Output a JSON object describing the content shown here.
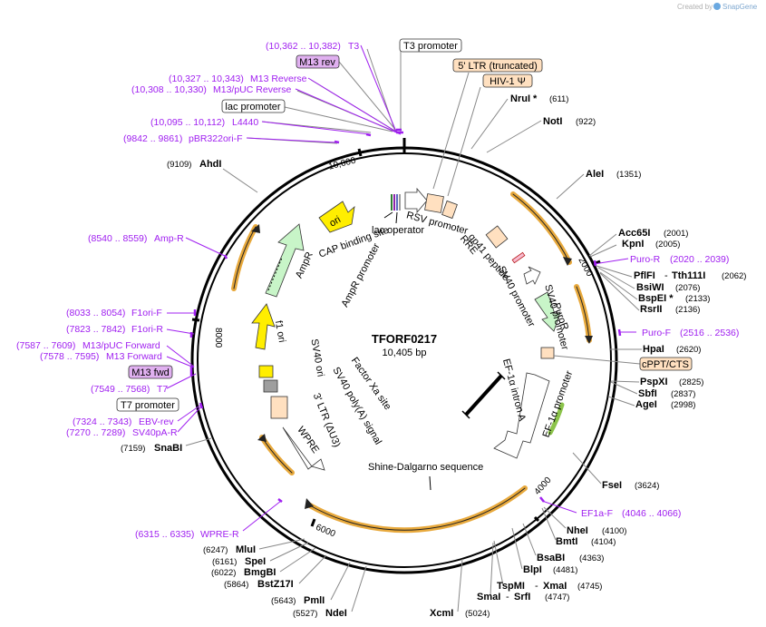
{
  "plasmid": {
    "name": "TFORF0217",
    "size_label": "10,405 bp",
    "length": 10405
  },
  "credit": {
    "created_by": "Created by",
    "brand": "SnapGene"
  },
  "ring_ticks": [
    {
      "bp": 2000,
      "label": "2000"
    },
    {
      "bp": 4000,
      "label": "4000"
    },
    {
      "bp": 6000,
      "label": "6000"
    },
    {
      "bp": 8000,
      "label": "8000"
    },
    {
      "bp": 10000,
      "label": "10,000"
    }
  ],
  "enzymes": [
    {
      "name": "NruI *",
      "pos": "(611)"
    },
    {
      "name": "NotI",
      "pos": "(922)"
    },
    {
      "name": "AleI",
      "pos": "(1351)"
    },
    {
      "name": "Acc65I",
      "pos": "(2001)"
    },
    {
      "name": "KpnI",
      "pos": "(2005)"
    },
    {
      "name": "PflFI",
      "name2": "Tth111I",
      "pos": "(2062)"
    },
    {
      "name": "BsiWI",
      "pos": "(2076)"
    },
    {
      "name": "BspEI *",
      "pos": "(2133)"
    },
    {
      "name": "RsrII",
      "pos": "(2136)"
    },
    {
      "name": "HpaI",
      "pos": "(2620)"
    },
    {
      "name": "PspXI",
      "pos": "(2825)"
    },
    {
      "name": "SbfI",
      "pos": "(2837)"
    },
    {
      "name": "AgeI",
      "pos": "(2998)"
    },
    {
      "name": "FseI",
      "pos": "(3624)"
    },
    {
      "name": "NheI",
      "pos": "(4100)"
    },
    {
      "name": "BmtI",
      "pos": "(4104)"
    },
    {
      "name": "BsaBI",
      "pos": "(4363)"
    },
    {
      "name": "BlpI",
      "pos": "(4481)"
    },
    {
      "name": "TspMI",
      "name2": "XmaI",
      "pos": "(4745)"
    },
    {
      "name": "SmaI",
      "name2": "SrfI",
      "pos": "(4747)"
    },
    {
      "name": "XcmI",
      "pos": "(5024)"
    },
    {
      "name": "NdeI",
      "pos": "(5527)"
    },
    {
      "name": "PmlI",
      "pos": "(5643)"
    },
    {
      "name": "BstZ17I",
      "pos": "(5864)"
    },
    {
      "name": "BmgBI",
      "pos": "(6022)"
    },
    {
      "name": "SpeI",
      "pos": "(6161)"
    },
    {
      "name": "MluI",
      "pos": "(6247)"
    },
    {
      "name": "SnaBI",
      "pos": "(7159)"
    },
    {
      "name": "AhdI",
      "pos": "(9109)"
    }
  ],
  "primers": [
    {
      "name": "T3",
      "range": "(10,362 .. 10,382)"
    },
    {
      "name": "M13 Reverse",
      "range": "(10,327 .. 10,343)"
    },
    {
      "name": "M13/pUC Reverse",
      "range": "(10,308 .. 10,330)"
    },
    {
      "name": "L4440",
      "range": "(10,095 .. 10,112)"
    },
    {
      "name": "pBR322ori-F",
      "range": "(9842 .. 9861)"
    },
    {
      "name": "Amp-R",
      "range": "(8540 .. 8559)"
    },
    {
      "name": "F1ori-F",
      "range": "(8033 .. 8054)"
    },
    {
      "name": "F1ori-R",
      "range": "(7823 .. 7842)"
    },
    {
      "name": "M13/pUC Forward",
      "range": "(7587 .. 7609)"
    },
    {
      "name": "M13 Forward",
      "range": "(7578 .. 7595)"
    },
    {
      "name": "T7",
      "range": "(7549 .. 7568)"
    },
    {
      "name": "EBV-rev",
      "range": "(7324 .. 7343)"
    },
    {
      "name": "SV40pA-R",
      "range": "(7270 .. 7289)"
    },
    {
      "name": "WPRE-R",
      "range": "(6315 .. 6335)"
    },
    {
      "name": "Puro-R",
      "range": "(2020 .. 2039)"
    },
    {
      "name": "Puro-F",
      "range": "(2516 .. 2536)"
    },
    {
      "name": "EF1a-F",
      "range": "(4046 .. 4066)"
    }
  ],
  "boxed": {
    "m13_rev": "M13 rev",
    "m13_fwd": "M13 fwd",
    "t3_promoter": "T3 promoter",
    "ltr5": "5' LTR (truncated)",
    "hiv": "HIV-1 Ψ",
    "lac_promoter": "lac promoter",
    "cppt": "cPPT/CTS",
    "t7_promoter": "T7 promoter"
  },
  "features": {
    "rsv_promoter": "RSV promoter",
    "lac_operator": "lac operator",
    "cap_site": "CAP binding site",
    "ori": "ori",
    "ampr": "AmpR",
    "ampr_promoter": "AmpR promoter",
    "f1ori": "f1 ori",
    "sv40ori": "SV40 ori",
    "sv40polya": "SV40 poly(A) signal",
    "ltr3": "3' LTR (ΔU3)",
    "wpre": "WPRE",
    "factor_xa": "Factor Xa site",
    "shine": "Shine-Dalgarno sequence",
    "rre": "RRE",
    "gp41": "gp41 peptide",
    "sv40_promoter_a": "SV40 promoter",
    "sv40_promoter_b": "SV40 promoter",
    "puror": "PuroR",
    "ef1a_intron": "EF-1α intron A",
    "ef1a_promoter": "EF-1α promoter"
  }
}
